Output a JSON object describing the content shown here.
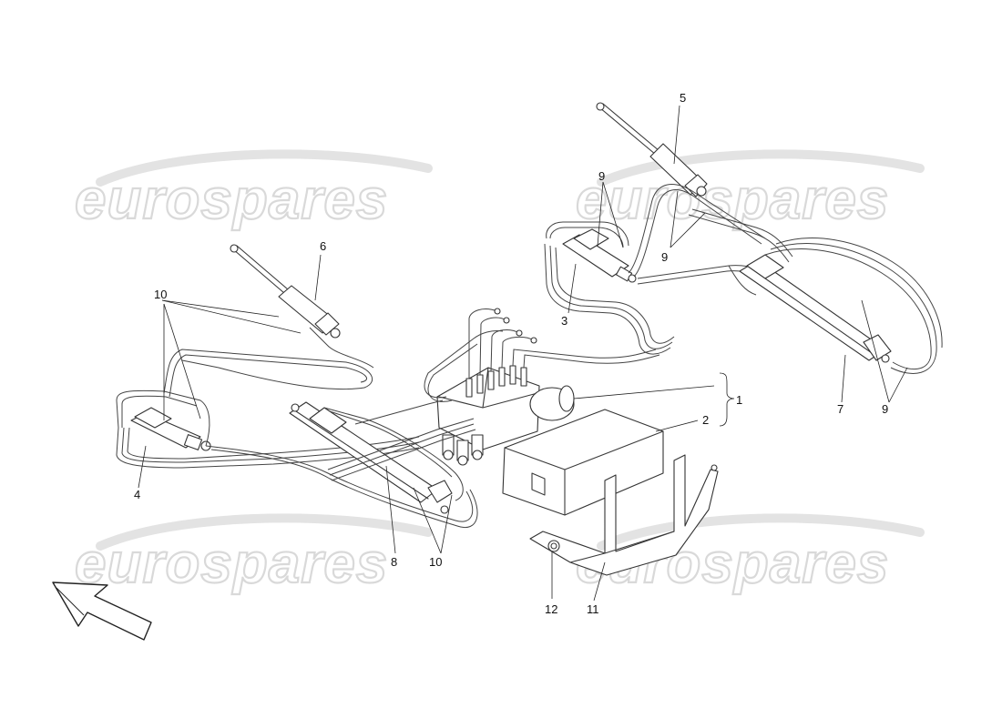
{
  "watermark": {
    "text": "eurospares"
  },
  "callouts": {
    "c1": "1",
    "c2": "2",
    "c3": "3",
    "c4": "4",
    "c5": "5",
    "c6": "6",
    "c7": "7",
    "c8": "8",
    "c9a": "9",
    "c9b": "9",
    "c9c": "9",
    "c10a": "10",
    "c10b": "10",
    "c11": "11",
    "c12": "12"
  },
  "colors": {
    "line": "#333333",
    "watermark_outline": "#d9d9d9",
    "background": "#ffffff"
  },
  "icons": {
    "direction_arrow": "arrow-up-left-icon"
  }
}
